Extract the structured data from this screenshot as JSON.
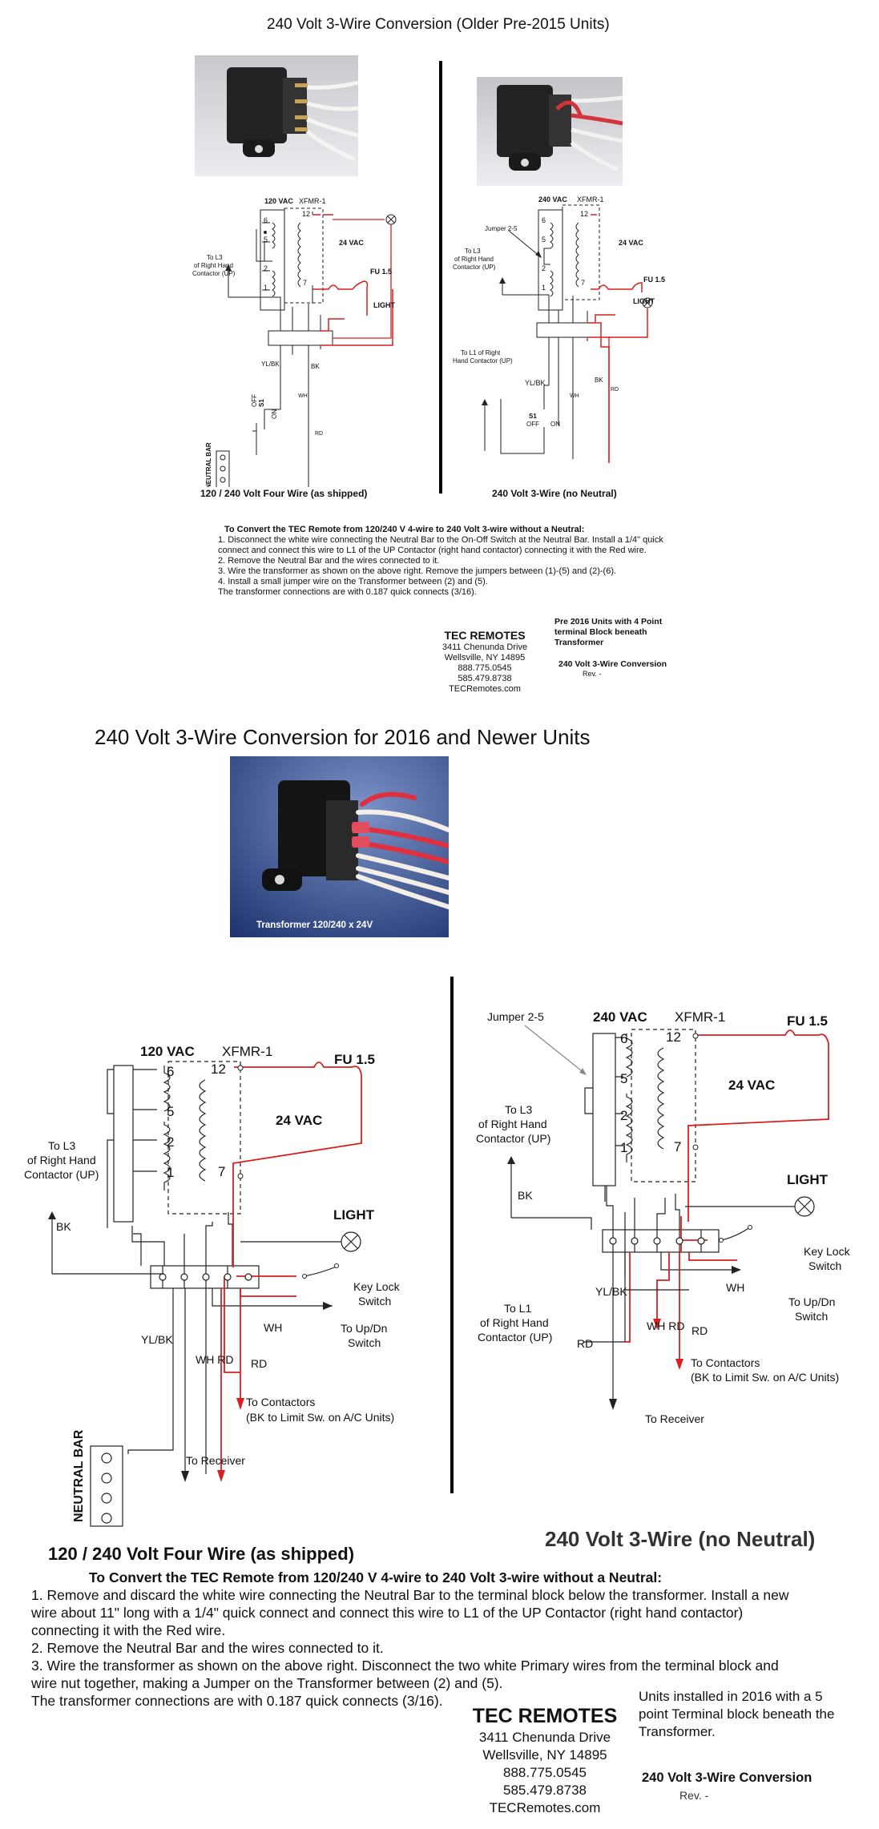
{
  "top": {
    "title": "240 Volt 3-Wire Conversion (Older Pre-2015 Units)",
    "left_caption": "120 / 240 Volt Four Wire (as shipped)",
    "right_caption": "240 Volt 3-Wire (no Neutral)",
    "labels": {
      "vac120": "120 VAC",
      "vac240": "240 VAC",
      "xfmr": "XFMR-1",
      "vac24": "24 VAC",
      "fu": "FU 1.5",
      "light": "LIGHT",
      "jumper": "Jumper 2-5",
      "l3": [
        "To L3",
        "of Right Hand",
        "Contactor (UP)"
      ],
      "l1": [
        "To L1 of Right",
        "Hand Contactor (UP)"
      ],
      "ylbk": "YL/BK",
      "bk": "BK",
      "wh": "WH",
      "rd": "RD",
      "s1": "S1",
      "off": "OFF",
      "on": "ON",
      "neutral_bar": "NEUTRAL BAR",
      "pins": [
        "6",
        "5",
        "2",
        "1",
        "12",
        "7"
      ]
    },
    "instructions": {
      "heading": "To Convert the TEC Remote from 120/240 V 4-wire to 240 Volt 3-wire without a Neutral:",
      "lines": [
        "1. Disconnect the white wire connecting the Neutral Bar to the On-Off Switch at the Neutral Bar.  Install a 1/4\" quick",
        "connect and connect this wire to L1 of the UP Contactor (right hand contactor) connecting it with the Red wire.",
        "2. Remove the Neutral Bar and the wires connected to it.",
        "3. Wire the transformer as shown on the above right.  Remove the jumpers between (1)-(5) and (2)-(6).",
        "4. Install a small jumper wire on the Transformer between (2) and (5).",
        "The transformer connections are with 0.187 quick connects (3/16)."
      ]
    },
    "company": {
      "name": "TEC REMOTES",
      "address": [
        "3411 Chenunda Drive",
        "Wellsville, NY 14895",
        "888.775.0545",
        "585.479.8738",
        "TECRemotes.com"
      ]
    },
    "note": [
      "Pre 2016 Units with 4 Point",
      "terminal Block beneath",
      "Transformer"
    ],
    "doc_title": "240 Volt 3-Wire Conversion",
    "rev": "Rev. -"
  },
  "bottom": {
    "title": "240 Volt 3-Wire Conversion for 2016 and Newer Units",
    "photo_caption": "Transformer 120/240 x 24V",
    "left_caption": "120 / 240 Volt Four Wire (as shipped)",
    "right_caption": "240 Volt 3-Wire (no Neutral)",
    "labels": {
      "vac120": "120 VAC",
      "vac240": "240 VAC",
      "xfmr": "XFMR-1",
      "vac24": "24 VAC",
      "fu": "FU 1.5",
      "light": "LIGHT",
      "jumper": "Jumper 2-5",
      "l3": [
        "To L3",
        "of Right Hand",
        "Contactor (UP)"
      ],
      "l1": [
        "To L1",
        "of Right Hand",
        "Contactor (UP)"
      ],
      "ylbk": "YL/BK",
      "bk": "BK",
      "wh": "WH",
      "rd": "RD",
      "whrd": "WH RD",
      "key_lock": [
        "Key Lock",
        "Switch"
      ],
      "updn": [
        "To Up/Dn",
        "Switch"
      ],
      "contactors": [
        "To Contactors",
        "(BK to Limit Sw. on A/C Units)"
      ],
      "receiver": "To Receiver",
      "neutral_bar": "NEUTRAL BAR",
      "pins": [
        "6",
        "5",
        "2",
        "1",
        "12",
        "7"
      ]
    },
    "instructions": {
      "heading": "To Convert the TEC Remote from 120/240 V 4-wire to 240 Volt 3-wire without a Neutral:",
      "lines": [
        "1. Remove and discard the white wire connecting the Neutral Bar to the terminal block below the transformer. Install a new",
        "wire about 11\" long with a 1/4\" quick connect and connect this wire to L1 of the UP Contactor (right hand contactor)",
        "connecting it with the Red wire.",
        "2. Remove the Neutral Bar and the wires connected to it.",
        "3. Wire the transformer as shown on the above right. Disconnect the two white Primary wires from the terminal block and",
        "wire nut together, making a Jumper on the Transformer between (2) and (5).",
        "The transformer connections are with 0.187 quick connects (3/16)."
      ]
    },
    "company": {
      "name": "TEC REMOTES",
      "address": [
        "3411 Chenunda Drive",
        "Wellsville, NY 14895",
        "888.775.0545",
        "585.479.8738",
        "TECRemotes.com"
      ]
    },
    "note": [
      "Units installed in 2016 with a 5",
      "point Terminal block beneath the",
      "Transformer."
    ],
    "doc_title": "240 Volt 3-Wire Conversion",
    "rev": "Rev. -"
  }
}
